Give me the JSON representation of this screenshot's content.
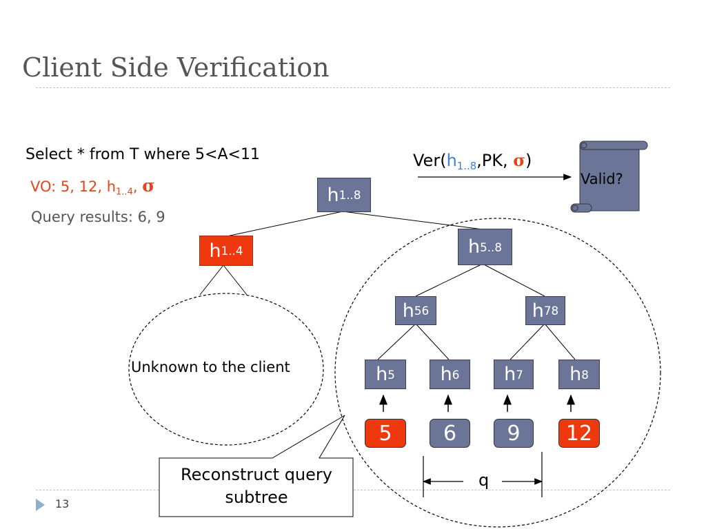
{
  "slide": {
    "title": "Client Side Verification",
    "page_number": "13"
  },
  "query": {
    "sql": "Select * from T where 5<A<11",
    "vo_prefix": "VO: 5, 12, h",
    "vo_sub": "1..4",
    "vo_sep": ", ",
    "sigma": "σ",
    "results": "Query results: 6, 9"
  },
  "verify": {
    "ver_prefix": "Ver(",
    "ver_h": "h",
    "ver_h_sub": "1..8",
    "ver_mid": ",PK, ",
    "ver_sigma": "σ",
    "ver_suffix": ")",
    "valid_label": "Valid?"
  },
  "tree": {
    "root": {
      "label": "h",
      "sub": "1..8"
    },
    "left": {
      "label": "h",
      "sub": "1..4"
    },
    "right": {
      "label": "h",
      "sub": "5..8"
    },
    "h56": {
      "label": "h",
      "sub": "56"
    },
    "h78": {
      "label": "h",
      "sub": "78"
    },
    "h5": {
      "label": "h",
      "sub": "5"
    },
    "h6": {
      "label": "h",
      "sub": "6"
    },
    "h7": {
      "label": "h",
      "sub": "7"
    },
    "h8": {
      "label": "h",
      "sub": "8"
    },
    "leaves": [
      "5",
      "6",
      "9",
      "12"
    ]
  },
  "annotations": {
    "unknown": "Unknown to the client",
    "callout": "Reconstruct query subtree",
    "range_label": "q"
  },
  "colors": {
    "node_gray": "#6b7598",
    "node_red": "#f0380e",
    "vo_text": "#e8441a",
    "h_blue": "#3d7fe0"
  }
}
